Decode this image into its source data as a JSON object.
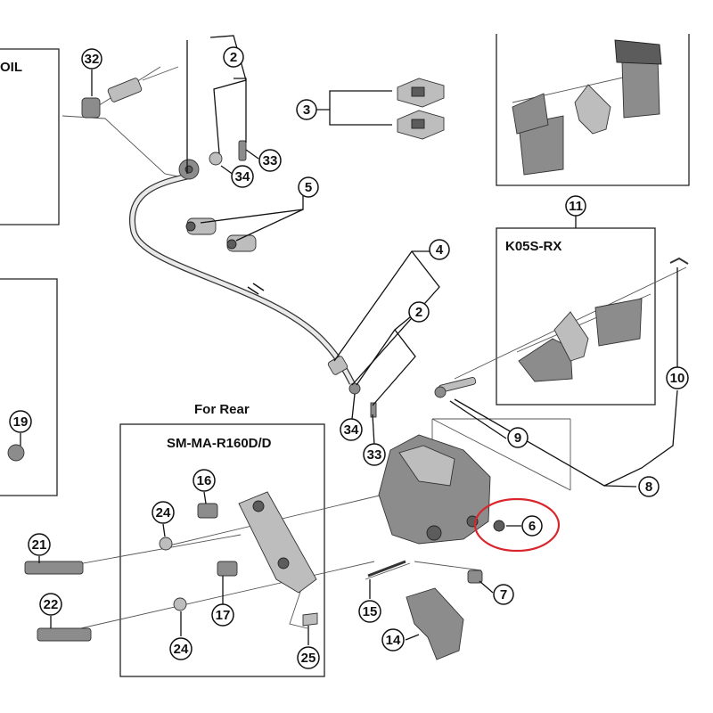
{
  "title": "Disc brake exploded parts diagram",
  "boxes": {
    "top_left_label": "OIL",
    "pad_box_label": "K05S-RX",
    "rear_caption": "For Rear",
    "adapter_label": "SM-MA-R160D/D"
  },
  "callouts": {
    "n32": "32",
    "n2a": "2",
    "n3": "3",
    "n33a": "33",
    "n34a": "34",
    "n5": "5",
    "n4": "4",
    "n2b": "2",
    "n11": "11",
    "n10": "10",
    "n9": "9",
    "n8": "8",
    "n34b": "34",
    "n33b": "33",
    "n19": "19",
    "n16": "16",
    "n24a": "24",
    "n6": "6",
    "n21": "21",
    "n17": "17",
    "n7": "7",
    "n22": "22",
    "n15": "15",
    "n24b": "24",
    "n14": "14",
    "n25": "25"
  },
  "highlight": {
    "color": "#d9262c",
    "target": "6"
  },
  "colors": {
    "ink": "#111111",
    "part": "#8c8c8c"
  }
}
